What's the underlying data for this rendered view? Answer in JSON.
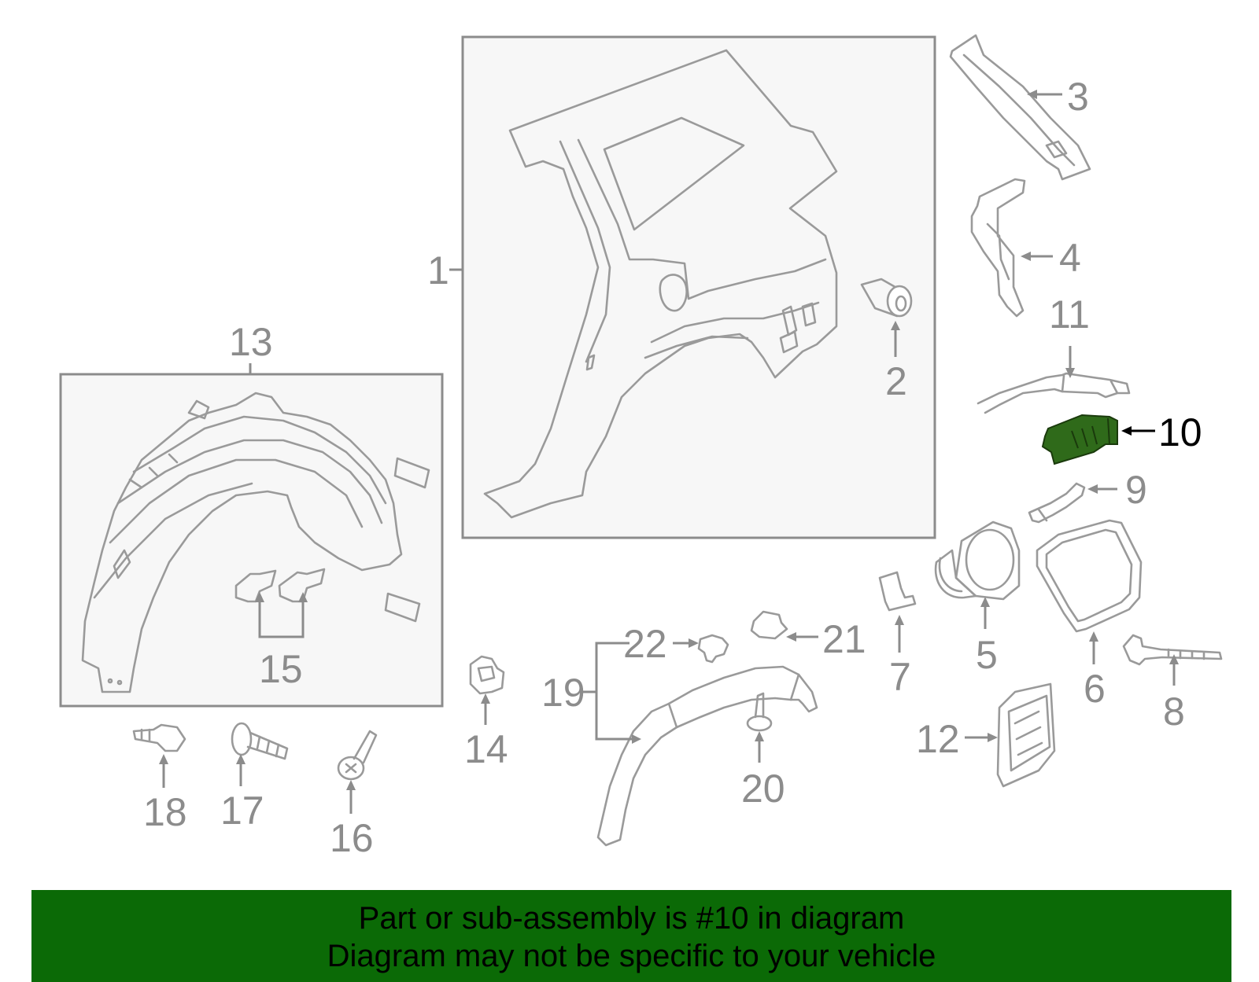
{
  "callouts": [
    {
      "id": "1",
      "label": "1"
    },
    {
      "id": "2",
      "label": "2"
    },
    {
      "id": "3",
      "label": "3"
    },
    {
      "id": "4",
      "label": "4"
    },
    {
      "id": "5",
      "label": "5"
    },
    {
      "id": "6",
      "label": "6"
    },
    {
      "id": "7",
      "label": "7"
    },
    {
      "id": "8",
      "label": "8"
    },
    {
      "id": "9",
      "label": "9"
    },
    {
      "id": "10",
      "label": "10"
    },
    {
      "id": "11",
      "label": "11"
    },
    {
      "id": "12",
      "label": "12"
    },
    {
      "id": "13",
      "label": "13"
    },
    {
      "id": "14",
      "label": "14"
    },
    {
      "id": "15",
      "label": "15"
    },
    {
      "id": "16",
      "label": "16"
    },
    {
      "id": "17",
      "label": "17"
    },
    {
      "id": "18",
      "label": "18"
    },
    {
      "id": "19",
      "label": "19"
    },
    {
      "id": "20",
      "label": "20"
    },
    {
      "id": "21",
      "label": "21"
    },
    {
      "id": "22",
      "label": "22"
    }
  ],
  "highlighted_part": "10",
  "colors": {
    "highlight": "#2f6a1a",
    "banner": "#0b6a06",
    "parts": "#9a9a9a"
  },
  "banner": {
    "line1": "Part or sub-assembly is #10 in diagram",
    "line2": "Diagram may not be specific to your vehicle"
  }
}
